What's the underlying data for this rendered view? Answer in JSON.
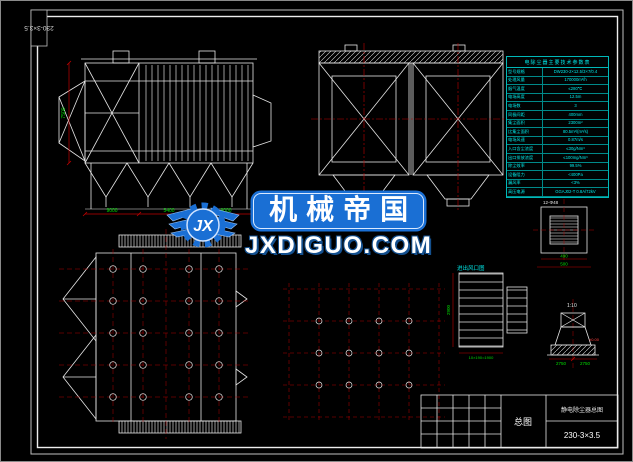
{
  "sheet": {
    "label": "230-3×3.5"
  },
  "watermark": {
    "brand": "机械帝国",
    "domain": "JXDIGUO.COM",
    "logo_text": "JX",
    "blue": "#1a6fd4"
  },
  "spec_table": {
    "title": "电除尘器主要技术参数表",
    "rows": [
      {
        "label": "型号规格",
        "value": "DW230-2×12.5/3×7/0.4"
      },
      {
        "label": "处理风量",
        "value": "170000m³/h"
      },
      {
        "label": "烟气温度",
        "value": "≤280℃"
      },
      {
        "label": "电场高度",
        "value": "12.5m"
      },
      {
        "label": "电场数",
        "value": "3"
      },
      {
        "label": "同极间距",
        "value": "400mm"
      },
      {
        "label": "集尘面积",
        "value": "2300m²"
      },
      {
        "label": "比集尘面积",
        "value": "80.5m²/(m³/s)"
      },
      {
        "label": "电场风速",
        "value": "0.87m/s"
      },
      {
        "label": "入口含尘浓度",
        "value": "≤30g/Nm³"
      },
      {
        "label": "出口排放浓度",
        "value": "≤100mg/Nm³"
      },
      {
        "label": "除尘效率",
        "value": "99.5%"
      },
      {
        "label": "设备阻力",
        "value": "<400Pa"
      },
      {
        "label": "漏风率",
        "value": "<3%"
      },
      {
        "label": "高压电源",
        "value": "GGAJ02-T 0.8A/72kV"
      }
    ]
  },
  "dims": {
    "front_bottom_1": "9000",
    "front_bottom_2": "5400",
    "front_bottom_3": "9000",
    "front_left": "7500",
    "detail_a_note": "12-Φ48",
    "detail_a_w1": "490",
    "detail_a_w2": "500",
    "vent_title": "进出风口图",
    "vent_left": "2900",
    "vent_bottom": "10×190=1900",
    "base_scale": "1:10",
    "base_left": "2750",
    "base_right": "2750",
    "base_level": "±0.00"
  },
  "title_block": {
    "view_name": "总图",
    "project": "静电除尘器总图",
    "drawing_no": "230-3×3.5"
  }
}
